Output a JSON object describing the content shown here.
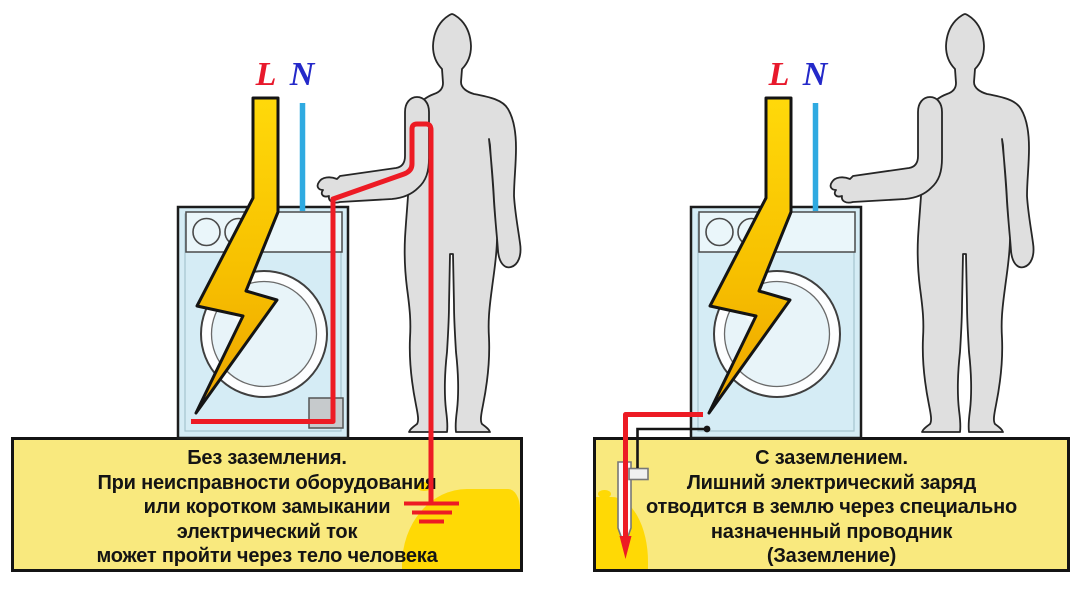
{
  "colors": {
    "background": "#ffffff",
    "live_red": "#ED1B24",
    "live_label_red": "#E8192C",
    "neutral_blue": "#2FAAE1",
    "neutral_label_blue": "#2429C9",
    "bolt_yellow": "#FFD400",
    "machine_body": "#D5ECF5",
    "machine_panel": "#EAF6FA",
    "drum_inner": "#E8F4F9",
    "silhouette_grey": "#DFDFDF",
    "box_fill": "#F9E97E",
    "soil_gold": "#FFD905",
    "outline_black": "#141414"
  },
  "left_scene": {
    "live_label": "L",
    "neutral_label": "N",
    "caption": {
      "lines": [
        "Без заземления.",
        "При неисправности оборудования",
        "или коротком замыкании",
        "электрический ток",
        "может пройти через тело человека"
      ]
    }
  },
  "right_scene": {
    "live_label": "L",
    "neutral_label": "N",
    "caption": {
      "lines": [
        "С заземлением.",
        "Лишний электрический заряд",
        "отводится в землю через специально",
        "назначенный проводник",
        "(Заземление)"
      ]
    }
  }
}
